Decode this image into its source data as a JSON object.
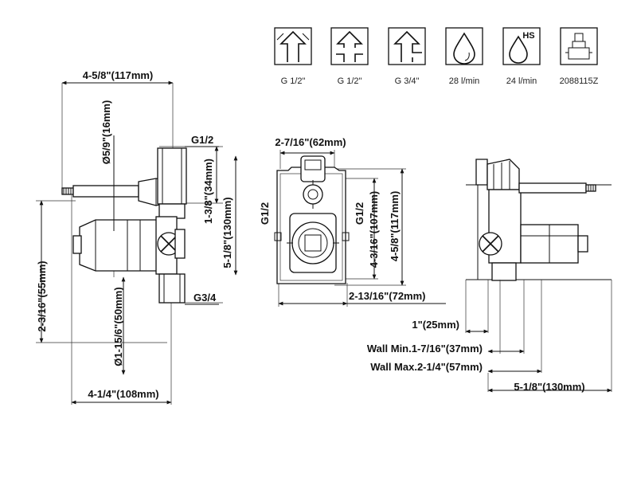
{
  "spec_icons": [
    {
      "icon": "two-outlet-arrows-icon",
      "label": "G 1/2\""
    },
    {
      "icon": "up-arrow-branch-icon",
      "label": "G 1/2\""
    },
    {
      "icon": "up-arrow-side-branch-icon",
      "label": "G 3/4\""
    },
    {
      "icon": "water-drop-icon",
      "label": "28 l/min"
    },
    {
      "icon": "water-drop-hs-icon",
      "label": "24 l/min",
      "badge": "HS"
    },
    {
      "icon": "cartridge-icon",
      "label": "2088115Z"
    }
  ],
  "left_view": {
    "top_width": "4-5/8\"(117mm)",
    "outlet_diameter": "Ø5/9\"(16mm)",
    "top_port": "G1/2",
    "height_upper": "1-3/8\"(34mm)",
    "height_total": "5-1/8\"(130mm)",
    "bottom_port": "G3/4",
    "side_height": "2-3/16\"(55mm)",
    "body_diameter": "Ø1-15/6\"(50mm)",
    "bottom_width": "4-1/4\"(108mm)"
  },
  "front_view": {
    "top_width": "2-7/16\"(62mm)",
    "left_port": "G1/2",
    "right_port": "G1/2",
    "inner_height": "4-3/16\"(107mm)",
    "outer_height": "4-5/8\"(117mm)",
    "bottom_width": "2-13/16\"(72mm)"
  },
  "right_view": {
    "depth_1": "1\"(25mm)",
    "wall_min": "Wall Min.1-7/16\"(37mm)",
    "wall_max": "Wall Max.2-1/4\"(57mm)",
    "total_depth": "5-1/8\"(130mm)"
  }
}
